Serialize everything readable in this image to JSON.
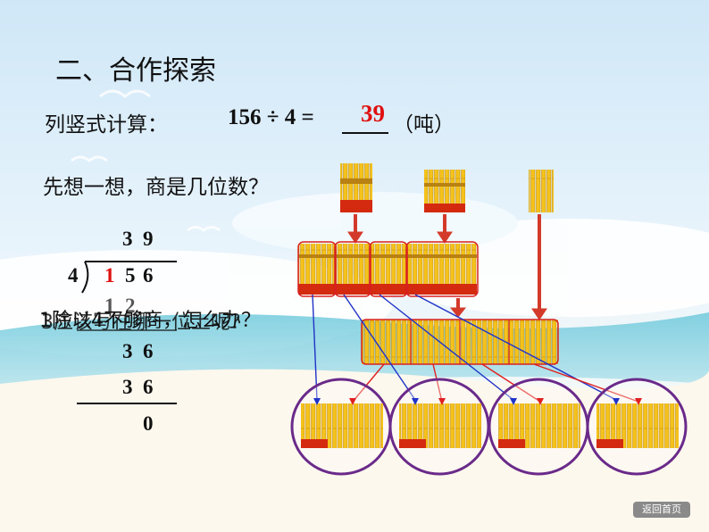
{
  "slide": {
    "title": "二、合作探索",
    "question1_label": "列竖式计算：",
    "equation": "156 ÷ 4 =",
    "answer": "39",
    "unit": "（吨）",
    "question2": "先想一想，商是几位数？",
    "overlap_text_a": "1除以4不够商，怎么办？",
    "overlap_text_b": "3应该写在哪一位上呢？"
  },
  "long_division": {
    "quotient": [
      "3",
      "9"
    ],
    "divisor": "4",
    "dividend": [
      "1",
      "5",
      "6"
    ],
    "step1": [
      "1",
      "2"
    ],
    "remainder1": [
      "3",
      "6"
    ],
    "step2": [
      "3",
      "6"
    ],
    "final_remainder": "0"
  },
  "nav": {
    "return_button": "返回首页"
  },
  "colors": {
    "accent_red": "#e01010",
    "stick_yellow": "#f4c21a",
    "circle_purple": "#6a2a8a"
  }
}
